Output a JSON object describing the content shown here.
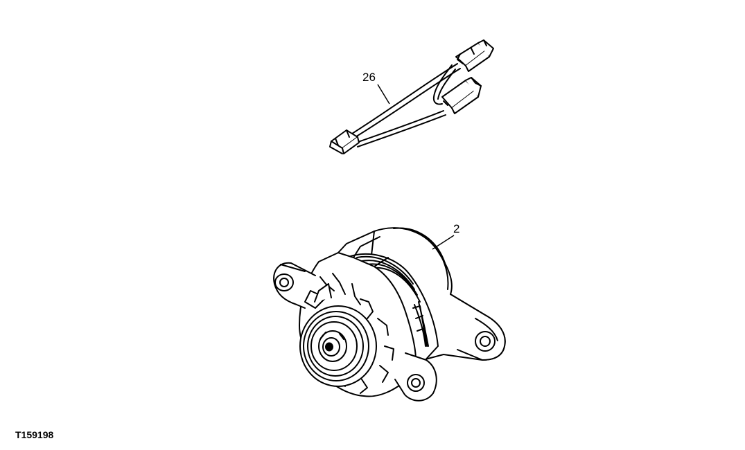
{
  "callouts": {
    "harness": "26",
    "alternator": "2"
  },
  "figure_id": "T159198",
  "colors": {
    "ink": "#000000",
    "paper": "#ffffff"
  }
}
